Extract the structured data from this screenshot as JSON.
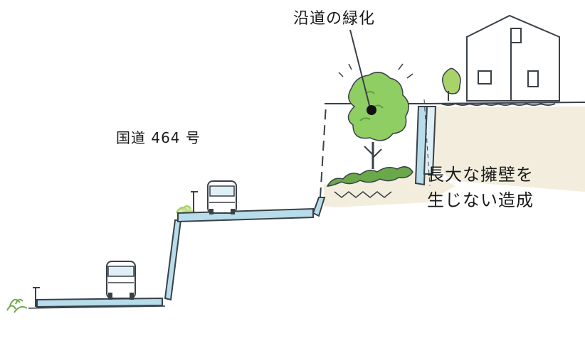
{
  "labels": {
    "roadside_greening": "沿道の緑化",
    "national_route": "国道 464 号",
    "wall_line1": "長大な擁壁を",
    "wall_line2": "生じない造成"
  },
  "colors": {
    "line": "#3a4048",
    "sky_wash": "#dfeff6",
    "road_wash": "#b7dcea",
    "soil": "#efe7d2",
    "tree_green": "#8fce63",
    "tree_dark": "#5e9f3a",
    "shrub": "#6aa94a",
    "grass": "#a9d36a"
  }
}
